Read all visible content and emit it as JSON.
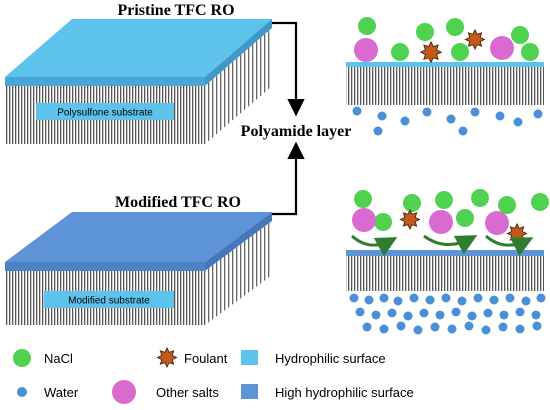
{
  "titles": {
    "pristine": "Pristine TFC RO",
    "modified": "Modified TFC RO",
    "polyamide": "Polyamide layer"
  },
  "substrates": {
    "pristine_label": "Polysulfone substrate",
    "modified_label": "Modified substrate"
  },
  "legend": [
    {
      "label": "NaCl",
      "icon": "nacl-icon"
    },
    {
      "label": "Foulant",
      "icon": "foulant-icon"
    },
    {
      "label": "Hydrophilic surface",
      "icon": "hydrophilic-swatch-icon"
    },
    {
      "label": "Water",
      "icon": "water-icon"
    },
    {
      "label": "Other salts",
      "icon": "other-salts-icon"
    },
    {
      "label": "High hydrophilic surface",
      "icon": "high-hydrophilic-swatch-icon"
    }
  ],
  "colors": {
    "nacl": "#4fd24f",
    "water": "#4a8fd8",
    "other_salts": "#d86ad0",
    "foulant": "#c25a1e",
    "hydrophilic_surface": "#5ec3ec",
    "high_hydrophilic_surface": "#5d94d8",
    "arrow_green": "#2f7d2f"
  }
}
